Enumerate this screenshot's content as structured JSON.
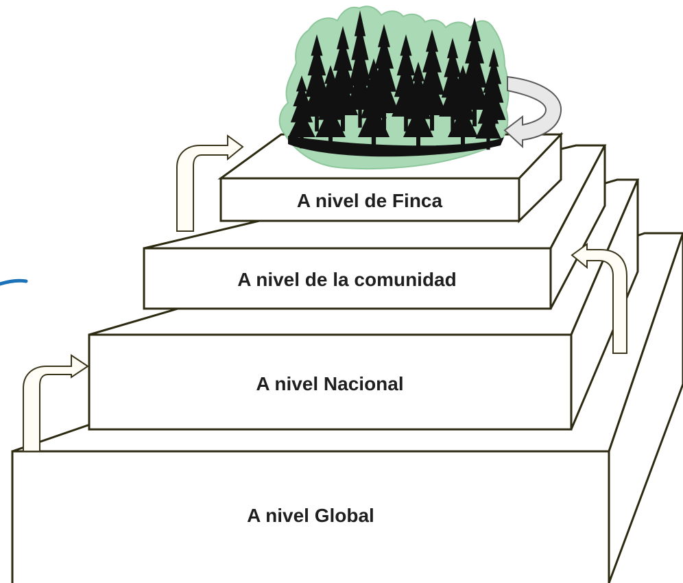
{
  "diagram": {
    "levels": [
      {
        "id": "finca",
        "label": "A nivel de Finca"
      },
      {
        "id": "comunidad",
        "label": "A nivel de la comunidad"
      },
      {
        "id": "nacional",
        "label": "A nivel Nacional"
      },
      {
        "id": "global",
        "label": "A nivel Global"
      }
    ],
    "colors": {
      "outline": "#2d2a12",
      "box_fill": "#ffffff",
      "arrow_fill": "#fffdf6",
      "forest_glow": "#a9d9b5",
      "tree": "#111111",
      "accent_line": "#1b72b8"
    }
  }
}
